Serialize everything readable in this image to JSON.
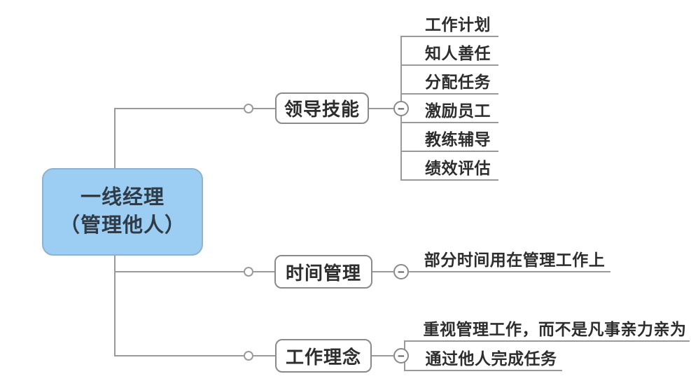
{
  "mindmap": {
    "root": {
      "line1": "一线经理",
      "line2": "（管理他人）"
    },
    "branches": [
      {
        "label": "领导技能",
        "children": [
          "工作计划",
          "知人善任",
          "分配任务",
          "激励员工",
          "教练辅导",
          "绩效评估"
        ]
      },
      {
        "label": "时间管理",
        "children": [
          "部分时间用在管理工作上"
        ]
      },
      {
        "label": "工作理念",
        "children": [
          "重视管理工作，而不是凡事亲力亲为",
          "通过他人完成任务"
        ]
      }
    ]
  },
  "icons": {
    "collapse_glyph": "−",
    "connector_dot": "open-circle"
  },
  "colors": {
    "root_fill": "#9ccdf2",
    "root_border": "#8fb3cf",
    "node_border": "#8a8a8a",
    "connector": "#9a9a9a",
    "text": "#2d2d2d",
    "background": "#ffffff"
  }
}
